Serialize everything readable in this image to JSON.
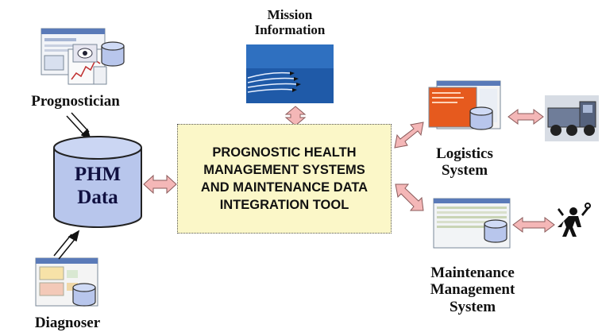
{
  "mission": {
    "label_line1": "Mission",
    "label_line2": "Information"
  },
  "prognostician": {
    "label": "Prognostician"
  },
  "diagnoser": {
    "label": "Diagnoser"
  },
  "phm_data": {
    "line1": "PHM",
    "line2": "Data"
  },
  "central_tool": {
    "line1": "PROGNOSTIC HEALTH",
    "line2": "MANAGEMENT SYSTEMS",
    "line3": "AND MAINTENANCE DATA",
    "line4": "INTEGRATION TOOL"
  },
  "logistics": {
    "label_line1": "Logistics",
    "label_line2": "System"
  },
  "maintenance": {
    "label_line1": "Maintenance",
    "label_line2": "Management",
    "label_line3": "System"
  },
  "colors": {
    "arrow_fill": "#f4b7b7",
    "arrow_stroke": "#8a5a5a",
    "cylinder": "#b8c6ec",
    "tool_box": "#fbf7c8"
  }
}
